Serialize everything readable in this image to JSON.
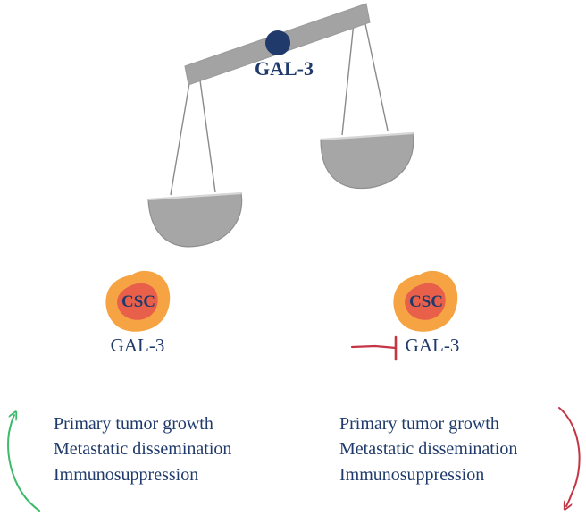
{
  "colors": {
    "beam": "#a3a3a3",
    "pan": "#a6a6a7",
    "pan_stroke": "#8f8f8f",
    "pan_rim": "#d6d6d6",
    "string": "#8a8a8a",
    "pivot": "#1f3a6b",
    "text": "#1f3a6b",
    "cell_outer": "#f6a443",
    "cell_inner": "#e8604a",
    "increase_arrow": "#3dbb6a",
    "decrease_arrow": "#c43545",
    "inhibitor": "#c43545"
  },
  "balance": {
    "fulcrum_label": "GAL-3"
  },
  "left": {
    "cell_label": "CSC",
    "gal_label": "GAL-3",
    "trend": "increase",
    "trend_icon": "arrow-up-icon",
    "effects": [
      "Primary tumor growth",
      "Metastatic dissemination",
      "Immunosuppression"
    ]
  },
  "right": {
    "cell_label": "CSC",
    "gal_label": "GAL-3",
    "inhibition_icon": "inhibitor-icon",
    "trend": "decrease",
    "trend_icon": "arrow-down-icon",
    "effects": [
      "Primary tumor growth",
      "Metastatic dissemination",
      "Immunosuppression"
    ]
  }
}
